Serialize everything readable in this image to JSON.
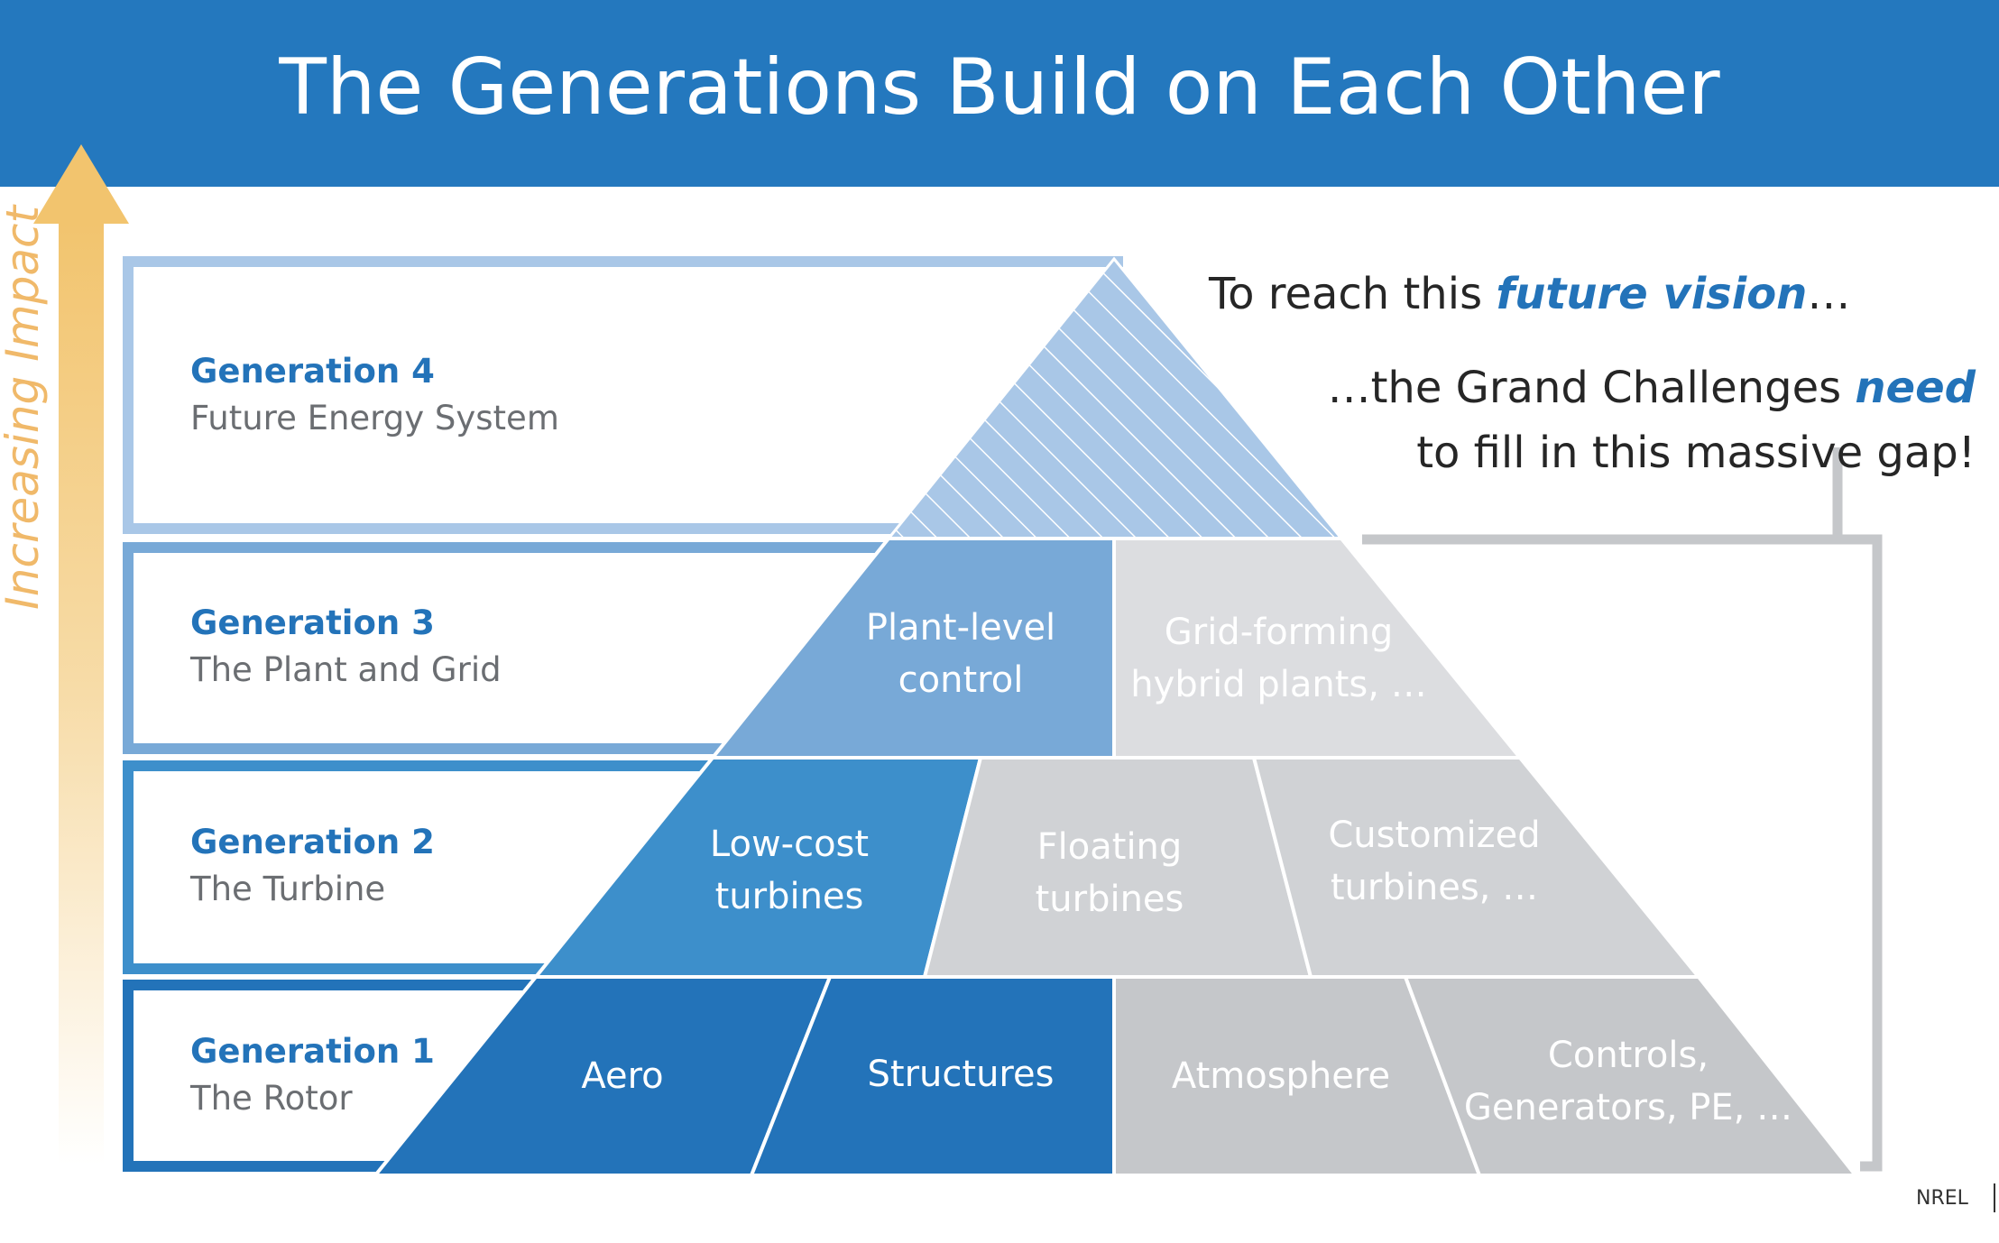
{
  "title": "The Generations Build on Each Other",
  "axis_label": "Increasing Impact",
  "generations": [
    {
      "name": "Generation 4",
      "subtitle": "Future Energy System"
    },
    {
      "name": "Generation 3",
      "subtitle": "The Plant and Grid"
    },
    {
      "name": "Generation 2",
      "subtitle": "The Turbine"
    },
    {
      "name": "Generation 1",
      "subtitle": "The Rotor"
    }
  ],
  "cells": {
    "plant_control": [
      "Plant-level",
      "control"
    ],
    "grid_forming": [
      "Grid-forming",
      "hybrid plants, …"
    ],
    "low_cost": [
      "Low-cost",
      "turbines"
    ],
    "floating": [
      "Floating",
      "turbines"
    ],
    "customized": [
      "Customized",
      "turbines, …"
    ],
    "aero": "Aero",
    "structures": "Structures",
    "atmosphere": "Atmosphere",
    "controls": [
      "Controls,",
      "Generators, PE, …"
    ]
  },
  "callout": {
    "line1_pre": "To reach this ",
    "line1_em": "future vision",
    "line1_post": "…",
    "line2_pre": "…the Grand Challenges ",
    "line2_em": "need",
    "line3": "to fill in this massive gap!"
  },
  "footer": "NREL",
  "colors": {
    "header": "#2478be",
    "gen_title": "#2373b9",
    "dark_blue": "#2373b9",
    "mid_blue": "#3d8fcb",
    "light_blue": "#78a9d7",
    "pale_blue": "#a9c7e7",
    "gray_light": "#dcdde0",
    "gray_mid": "#d0d2d5",
    "gray_dark": "#c5c7ca",
    "arrow": "#f0b96a"
  }
}
